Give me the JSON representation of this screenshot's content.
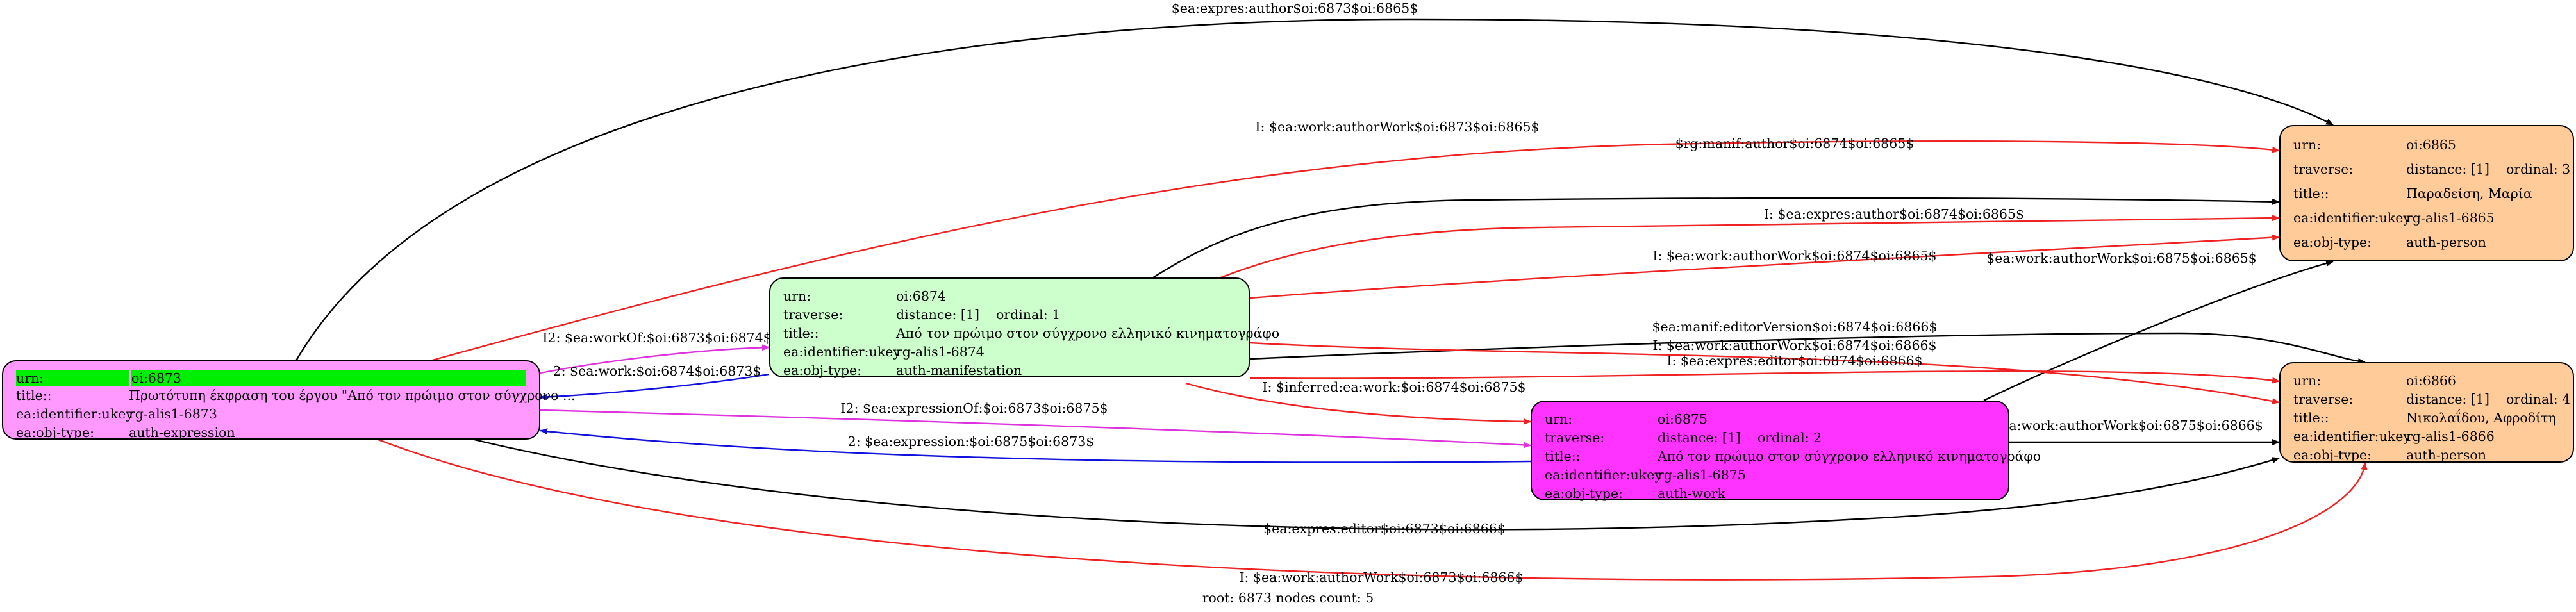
{
  "colors": {
    "person_fill": "#ffcc99",
    "manifestation_fill": "#ccffcc",
    "work_fill": "#ff33ff",
    "expression_fill": "#ff99ff",
    "root_highlight": "#00ee00",
    "edge_black": "#000000",
    "edge_red": "#ee2222",
    "edge_magenta": "#dd33dd",
    "edge_blue": "#1111dd"
  },
  "nodes": {
    "n6873": {
      "urn_key": "urn:",
      "urn": "oi:6873",
      "title_key": "title::",
      "title": "Πρωτότυπη έκφραση του έργου \"Από τον πρώιμο στον σύγχρονο ...",
      "ukey_key": "ea:identifier:ukey",
      "ukey": "rg-alis1-6873",
      "type_key": "ea:obj-type:",
      "type": "auth-expression"
    },
    "n6874": {
      "urn_key": "urn:",
      "urn": "oi:6874",
      "traverse_key": "traverse:",
      "distance": "distance: [1]",
      "ordinal": "ordinal: 1",
      "title_key": "title::",
      "title": "Από τον πρώιμο στον σύγχρονο ελληνικό κινηματογράφο",
      "ukey_key": "ea:identifier:ukey",
      "ukey": "rg-alis1-6874",
      "type_key": "ea:obj-type:",
      "type": "auth-manifestation"
    },
    "n6875": {
      "urn_key": "urn:",
      "urn": "oi:6875",
      "traverse_key": "traverse:",
      "distance": "distance: [1]",
      "ordinal": "ordinal: 2",
      "title_key": "title::",
      "title": "Από τον πρώιμο στον σύγχρονο ελληνικό κινηματογράφο",
      "ukey_key": "ea:identifier:ukey",
      "ukey": "rg-alis1-6875",
      "type_key": "ea:obj-type:",
      "type": "auth-work"
    },
    "n6865": {
      "urn_key": "urn:",
      "urn": "oi:6865",
      "traverse_key": "traverse:",
      "distance": "distance: [1]",
      "ordinal": "ordinal: 3",
      "title_key": "title::",
      "title": "Παραδείση, Μαρία",
      "ukey_key": "ea:identifier:ukey",
      "ukey": "rg-alis1-6865",
      "type_key": "ea:obj-type:",
      "type": "auth-person"
    },
    "n6866": {
      "urn_key": "urn:",
      "urn": "oi:6866",
      "traverse_key": "traverse:",
      "distance": "distance: [1]",
      "ordinal": "ordinal: 4",
      "title_key": "title::",
      "title": "Νικολαΐδου, Αφροδίτη",
      "ukey_key": "ea:identifier:ukey",
      "ukey": "rg-alis1-6866",
      "type_key": "ea:obj-type:",
      "type": "auth-person"
    }
  },
  "edges": [
    {
      "label": "$ea:expres:author$oi:6873$oi:6865$",
      "color": "black"
    },
    {
      "label": "I: $ea:work:authorWork$oi:6873$oi:6865$",
      "color": "red"
    },
    {
      "label": "$rg:manif:author$oi:6874$oi:6865$",
      "color": "black"
    },
    {
      "label": "I: $ea:expres:author$oi:6874$oi:6865$",
      "color": "red"
    },
    {
      "label": "I: $ea:work:authorWork$oi:6874$oi:6865$",
      "color": "red"
    },
    {
      "label": "$ea:work:authorWork$oi:6875$oi:6865$",
      "color": "black"
    },
    {
      "label": "$ea:manif:editorVersion$oi:6874$oi:6866$",
      "color": "black"
    },
    {
      "label": "I: $ea:expres:editor$oi:6874$oi:6866$",
      "color": "red"
    },
    {
      "label": "I: $ea:work:authorWork$oi:6874$oi:6866$",
      "color": "red"
    },
    {
      "label": "I2: $ea:workOf:$oi:6873$oi:6874$",
      "color": "magenta"
    },
    {
      "label": "2: $ea:work:$oi:6874$oi:6873$",
      "color": "blue"
    },
    {
      "label": "I: $inferred:ea:work:$oi:6874$oi:6875$",
      "color": "red"
    },
    {
      "label": "I2: $ea:expressionOf:$oi:6873$oi:6875$",
      "color": "magenta"
    },
    {
      "label": "2: $ea:expression:$oi:6875$oi:6873$",
      "color": "blue"
    },
    {
      "label": "$ea:work:authorWork$oi:6875$oi:6866$",
      "color": "black"
    },
    {
      "label": "$ea:expres:editor$oi:6873$oi:6866$",
      "color": "black"
    },
    {
      "label": "I: $ea:work:authorWork$oi:6873$oi:6866$",
      "color": "red"
    }
  ],
  "footer": "root: 6873 nodes count: 5"
}
